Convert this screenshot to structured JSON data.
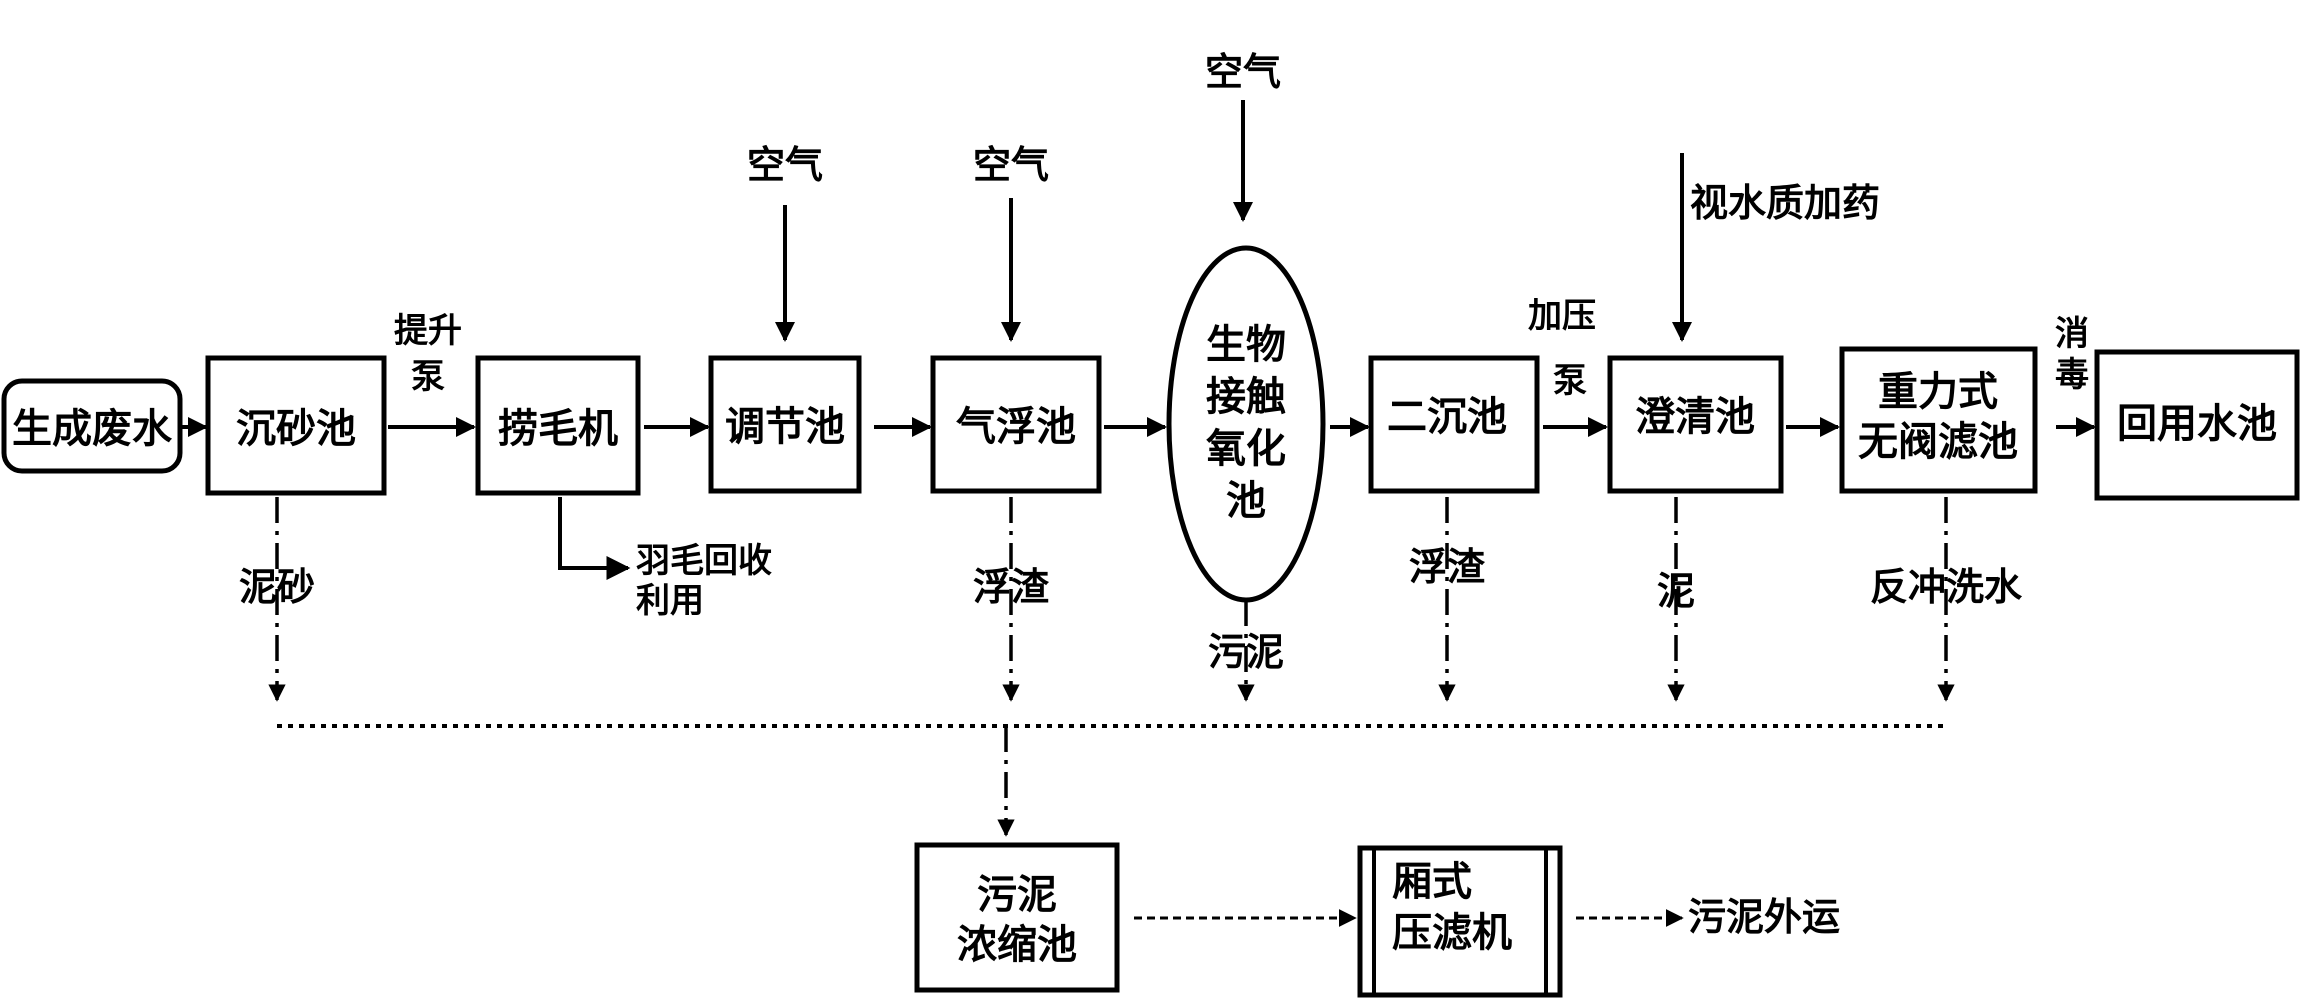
{
  "process": {
    "raw_wastewater": "生成废水",
    "grit_chamber": "沉砂池",
    "lift_pump_line1": "提升",
    "lift_pump_line2": "泵",
    "hair_catcher": "捞毛机",
    "equalization_tank": "调节池",
    "air_flotation_tank": "气浮池",
    "bio_contact_line1": "生物",
    "bio_contact_line2": "接触",
    "bio_contact_line3": "氧化",
    "bio_contact_line4": "池",
    "secondary_clarifier": "二沉池",
    "pressure_pump_line1": "加压",
    "pressure_pump_line2": "泵",
    "clarification_tank": "澄清池",
    "gravity_filter_line1": "重力式",
    "gravity_filter_line2": "无阀滤池",
    "disinfect_line1": "消",
    "disinfect_line2": "毒",
    "reuse_tank": "回用水池"
  },
  "inputs": {
    "air_equalization": "空气",
    "air_flotation": "空气",
    "air_bio": "空气",
    "dosing": "视水质加药"
  },
  "outputs": {
    "grit": "泥砂",
    "feather_line1": "羽毛回收",
    "feather_line2": "利用",
    "scum_flotation": "浮渣",
    "bio_sludge": "污泥",
    "scum_clarifier": "浮渣",
    "clarifier_sludge": "泥",
    "backwash": "反冲洗水"
  },
  "sludge": {
    "thickener_line1": "污泥",
    "thickener_line2": "浓缩池",
    "filter_press_line1": "厢式",
    "filter_press_line2": "压滤机",
    "haul_away": "污泥外运"
  }
}
